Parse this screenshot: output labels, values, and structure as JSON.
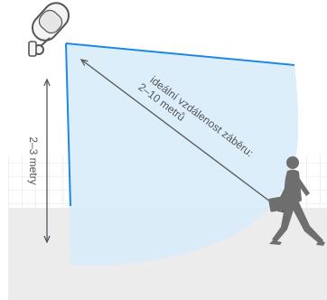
{
  "diagram": {
    "distance_label_line1": "ideální vzdálenost záběru:",
    "distance_label_line2": "2–10 metrů",
    "height_label": "2–3 metry"
  },
  "colors": {
    "coverage_fill": "#d8ecf9",
    "boundary_line": "#1f88e5",
    "arrow": "#555555",
    "grid_line": "#e3e3e3",
    "floor": "#ececec",
    "person": "#6e6e6e",
    "camera_body": "#f4f4f4",
    "camera_outline": "#555555"
  },
  "icons": {
    "camera": "security-camera-icon",
    "person": "walking-person-with-briefcase-icon"
  }
}
